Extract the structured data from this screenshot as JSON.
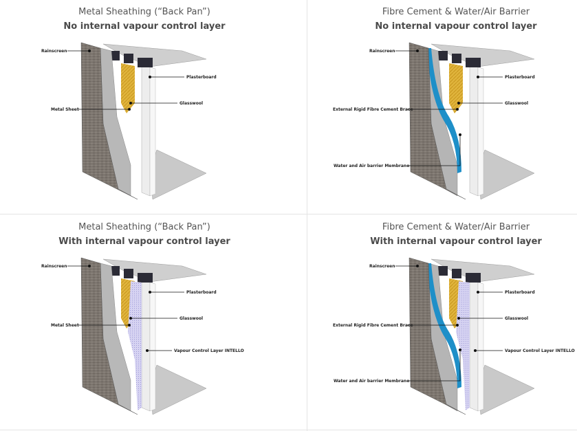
{
  "panels": [
    {
      "title": "Metal Sheathing (“Back Pan”)",
      "subtitle": "No internal vapour control layer",
      "labels": {
        "rainscreen": "Rainscreen",
        "plasterboard": "Plasterboard",
        "glasswool": "Glasswool",
        "metal_sheet": "Metal Sheet"
      }
    },
    {
      "title": "Fibre Cement & Water/Air Barrier",
      "subtitle": "No internal vapour control layer",
      "labels": {
        "rainscreen": "Rainscreen",
        "plasterboard": "Plasterboard",
        "glasswool": "Glasswool",
        "brace": "External Rigid Fibre Cement Brace",
        "membrane": "Water and Air barrier Membrane"
      }
    },
    {
      "title": "Metal Sheathing (“Back Pan”)",
      "subtitle": "With internal vapour control layer",
      "labels": {
        "rainscreen": "Rainscreen",
        "plasterboard": "Plasterboard",
        "glasswool": "Glasswool",
        "metal_sheet": "Metal Sheet",
        "vcl": "Vapour Control Layer INTELLO"
      }
    },
    {
      "title": "Fibre Cement & Water/Air Barrier",
      "subtitle": "With internal vapour control layer",
      "labels": {
        "rainscreen": "Rainscreen",
        "plasterboard": "Plasterboard",
        "glasswool": "Glasswool",
        "brace": "External Rigid Fibre Cement Brace",
        "membrane": "Water and Air barrier Membrane",
        "vcl": "Vapour Control Layer INTELLO"
      }
    }
  ],
  "colors": {
    "rainscreen": "#7a736c",
    "glasswool": "#e0b43c",
    "membrane": "#1e8fc8",
    "vcl": "#c9c6ec",
    "plasterboard": "#ededed",
    "stud": "#2b2b36"
  }
}
